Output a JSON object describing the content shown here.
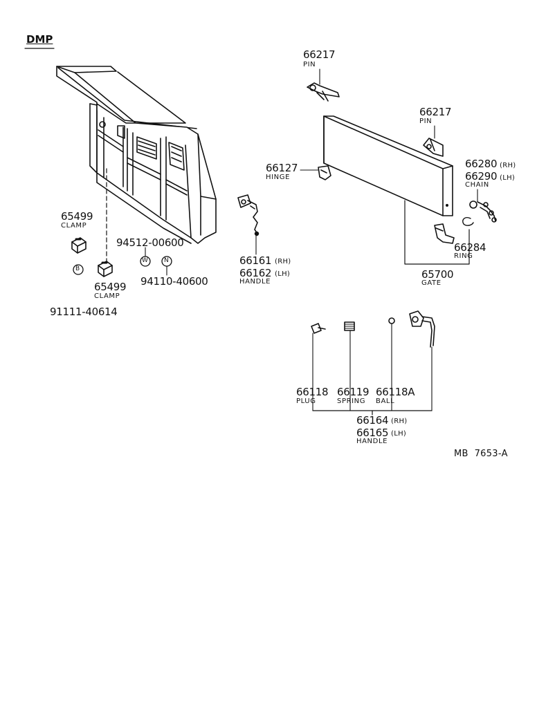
{
  "header": {
    "title": "DMP"
  },
  "parts": {
    "pin_top": {
      "number": "66217",
      "name": "PIN"
    },
    "pin_mid": {
      "number": "66217",
      "name": "PIN"
    },
    "hinge": {
      "number": "66127",
      "name": "HINGE"
    },
    "chain": {
      "number_rh": "66280",
      "side_rh": "(RH)",
      "number_lh": "66290",
      "side_lh": "(LH)",
      "name": "CHAIN"
    },
    "ring": {
      "number": "66284",
      "name": "RING"
    },
    "gate": {
      "number": "65700",
      "name": "GATE"
    },
    "clamp_1": {
      "number": "65499",
      "name": "CLAMP"
    },
    "clamp_2": {
      "number": "65499",
      "name": "CLAMP"
    },
    "washer": {
      "number": "94512-00600",
      "symbol": "W"
    },
    "nut": {
      "number": "94110-40600",
      "symbol": "N"
    },
    "bolt": {
      "number": "91111-40614",
      "symbol": "B"
    },
    "handle_side": {
      "number_rh": "66161",
      "side_rh": "(RH)",
      "number_lh": "66162",
      "side_lh": "(LH)",
      "name": "HANDLE"
    },
    "plug": {
      "number": "66118",
      "name": "PLUG"
    },
    "spring": {
      "number": "66119",
      "name": "SPRING"
    },
    "ball": {
      "number": "66118A",
      "name": "BALL"
    },
    "handle_gate": {
      "number_rh": "66164",
      "side_rh": "(RH)",
      "number_lh": "66165",
      "side_lh": "(LH)",
      "name": "HANDLE"
    }
  },
  "footer": {
    "code": "MB  7653-A"
  }
}
